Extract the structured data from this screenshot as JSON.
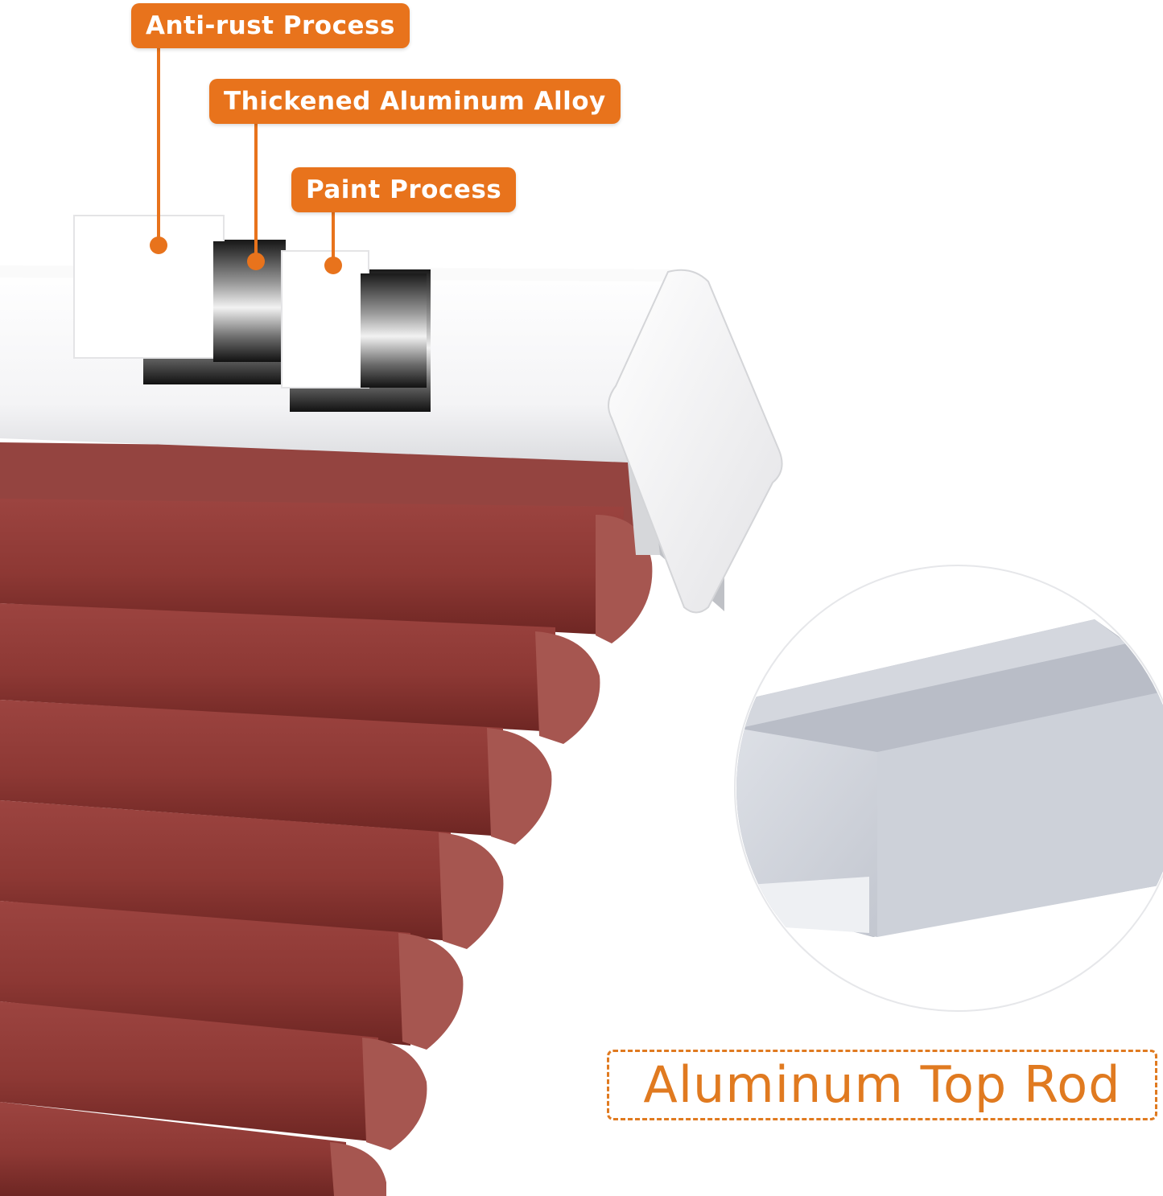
{
  "labels": {
    "anti_rust": "Anti-rust Process",
    "thickened_alloy": "Thickened Aluminum Alloy",
    "paint": "Paint Process"
  },
  "caption": "Aluminum Top Rod",
  "colors": {
    "accent": "#e8731c",
    "fabric": "#8e3a36",
    "rail": "#ffffff",
    "aluminum": "#c9cdd6"
  }
}
